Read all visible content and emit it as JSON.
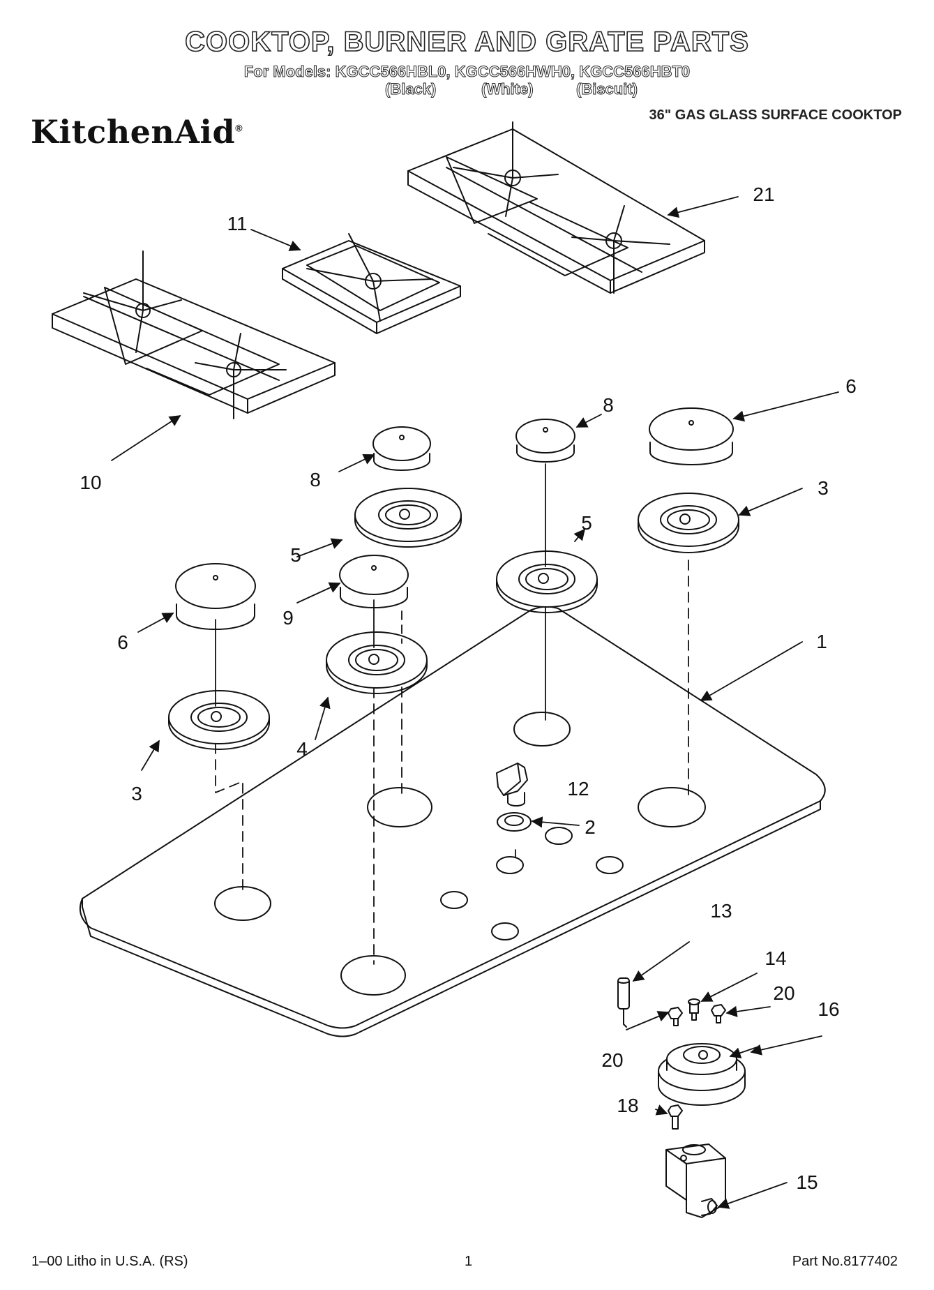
{
  "header": {
    "title": "COOKTOP, BURNER AND GRATE PARTS",
    "models": "For Models: KGCC566HBL0, KGCC566HWH0, KGCC566HBT0",
    "variant_black": "(Black)",
    "variant_white": "(White)",
    "variant_biscuit": "(Biscuit)",
    "subtitle": "36\" GAS GLASS SURFACE COOKTOP",
    "brand": "KitchenAid",
    "brand_mark": "®"
  },
  "callouts": {
    "c1": "1",
    "c2": "2",
    "c3a": "3",
    "c3b": "3",
    "c4": "4",
    "c5a": "5",
    "c5b": "5",
    "c6a": "6",
    "c6b": "6",
    "c8a": "8",
    "c8b": "8",
    "c9": "9",
    "c10": "10",
    "c11": "11",
    "c12": "12",
    "c13": "13",
    "c14": "14",
    "c15": "15",
    "c16": "16",
    "c18": "18",
    "c20a": "20",
    "c20b": "20",
    "c21": "21"
  },
  "footer": {
    "litho": "1–00 Litho in U.S.A. (RS)",
    "page": "1",
    "part_number": "Part No.8177402"
  }
}
